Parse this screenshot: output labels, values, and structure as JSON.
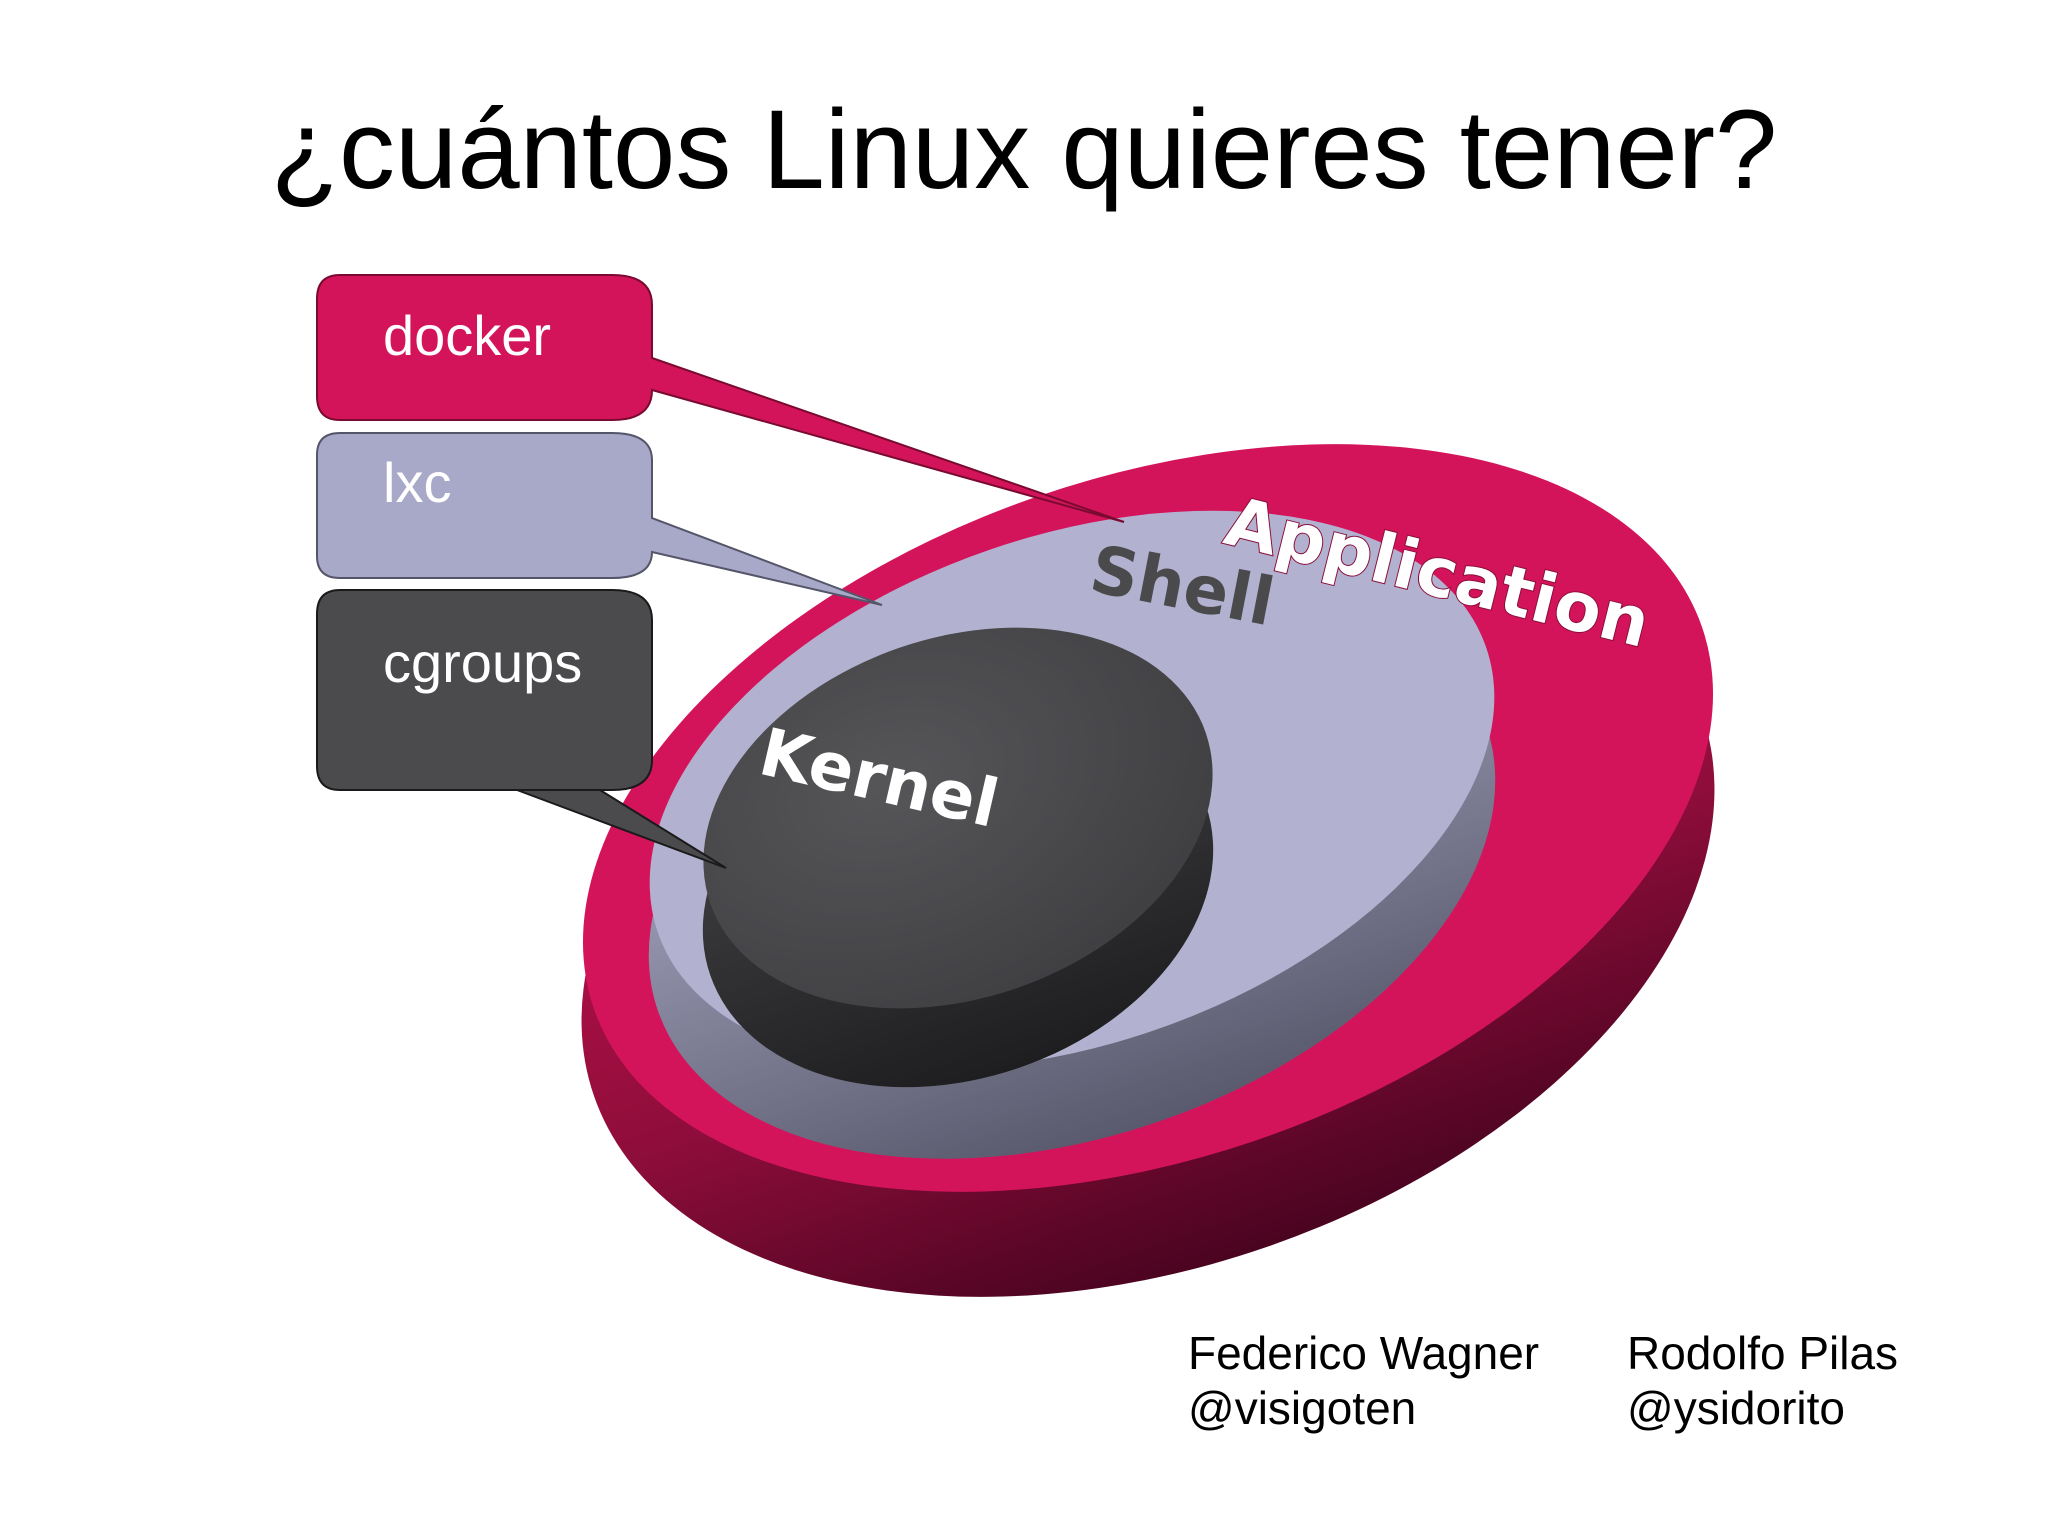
{
  "slide": {
    "title": "¿cuántos Linux quieres tener?"
  },
  "diagram": {
    "layers": [
      {
        "label": "Application",
        "color": "#d4145a"
      },
      {
        "label": "Shell",
        "color": "#b2b2d0"
      },
      {
        "label": "Kernel",
        "color": "#4a4a4d"
      }
    ],
    "callouts": [
      {
        "label": "docker",
        "color": "#d4145a",
        "points_to": "Application"
      },
      {
        "label": "lxc",
        "color": "#a8a8c8",
        "points_to": "Shell"
      },
      {
        "label": "cgroups",
        "color": "#4b4b4d",
        "points_to": "Kernel"
      }
    ]
  },
  "credits": [
    {
      "name": "Federico Wagner",
      "handle": "@visigoten"
    },
    {
      "name": "Rodolfo Pilas",
      "handle": "@ysidorito"
    }
  ]
}
